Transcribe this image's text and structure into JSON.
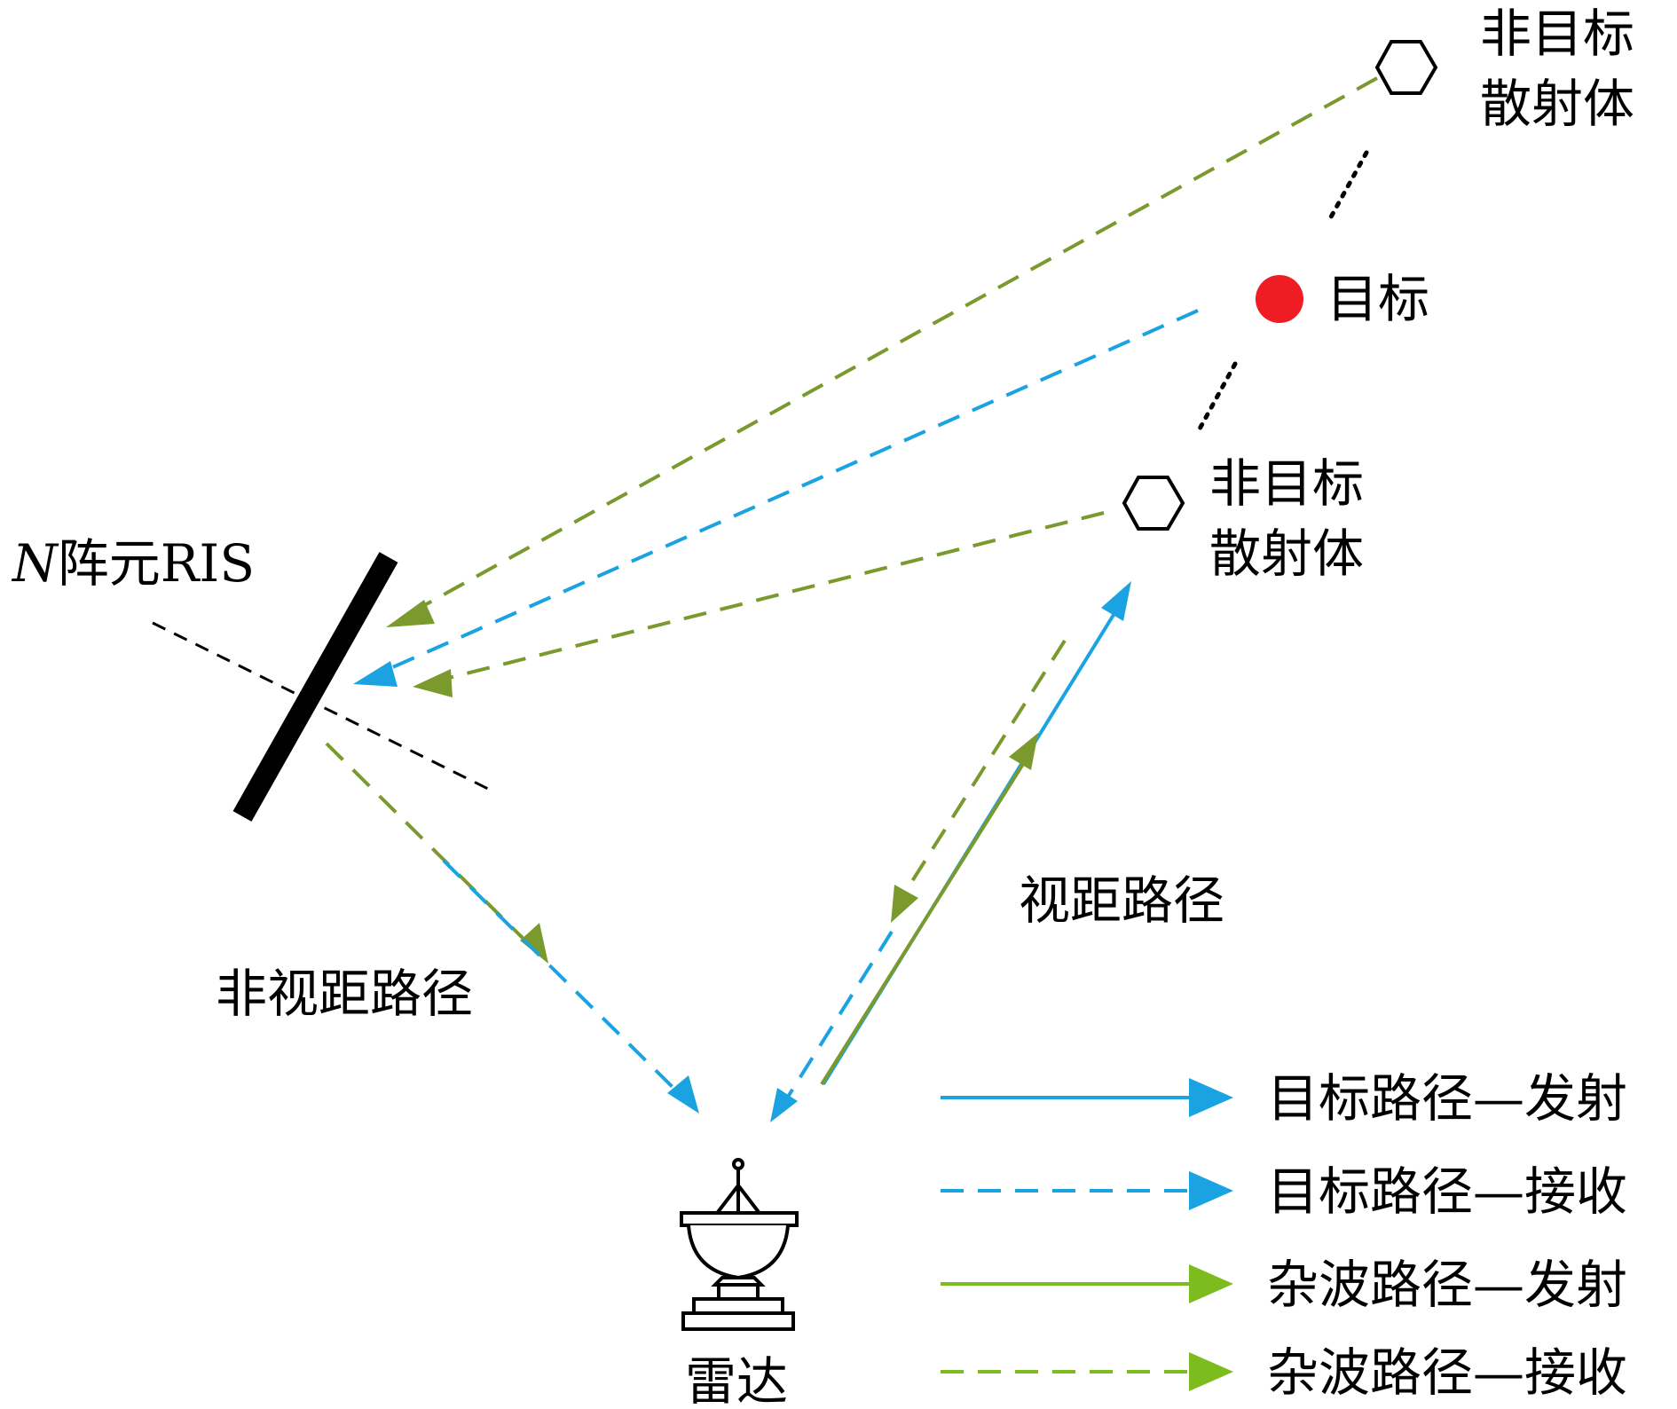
{
  "colors": {
    "target_path": "#1aa3e0",
    "clutter_path": "#7a9a2e",
    "clutter_legend": "#7cbc1e",
    "target_dot": "#ee1c23",
    "ink": "#000000"
  },
  "labels": {
    "scatterer_far_line1": "非目标",
    "scatterer_far_line2": "散射体",
    "target": "目标",
    "scatterer_near_line1": "非目标",
    "scatterer_near_line2": "散射体",
    "ris_n": "N",
    "ris_rest": "阵元RIS",
    "nlos_path": "非视距路径",
    "los_path": "视距路径",
    "radar": "雷达"
  },
  "legend": [
    {
      "label": "目标路径—发射",
      "style": "solid",
      "color_key": "target_path",
      "icon": "arrow-solid-blue"
    },
    {
      "label": "目标路径—接收",
      "style": "dashed",
      "color_key": "target_path",
      "icon": "arrow-dashed-blue"
    },
    {
      "label": "杂波路径—发射",
      "style": "solid",
      "color_key": "clutter_legend",
      "icon": "arrow-solid-green"
    },
    {
      "label": "杂波路径—接收",
      "style": "dashed",
      "color_key": "clutter_legend",
      "icon": "arrow-dashed-green"
    }
  ],
  "icons": {
    "scatterer": "hexagon-icon",
    "target": "red-dot-icon",
    "radar": "radar-dish-icon",
    "ris": "ris-panel-icon"
  }
}
